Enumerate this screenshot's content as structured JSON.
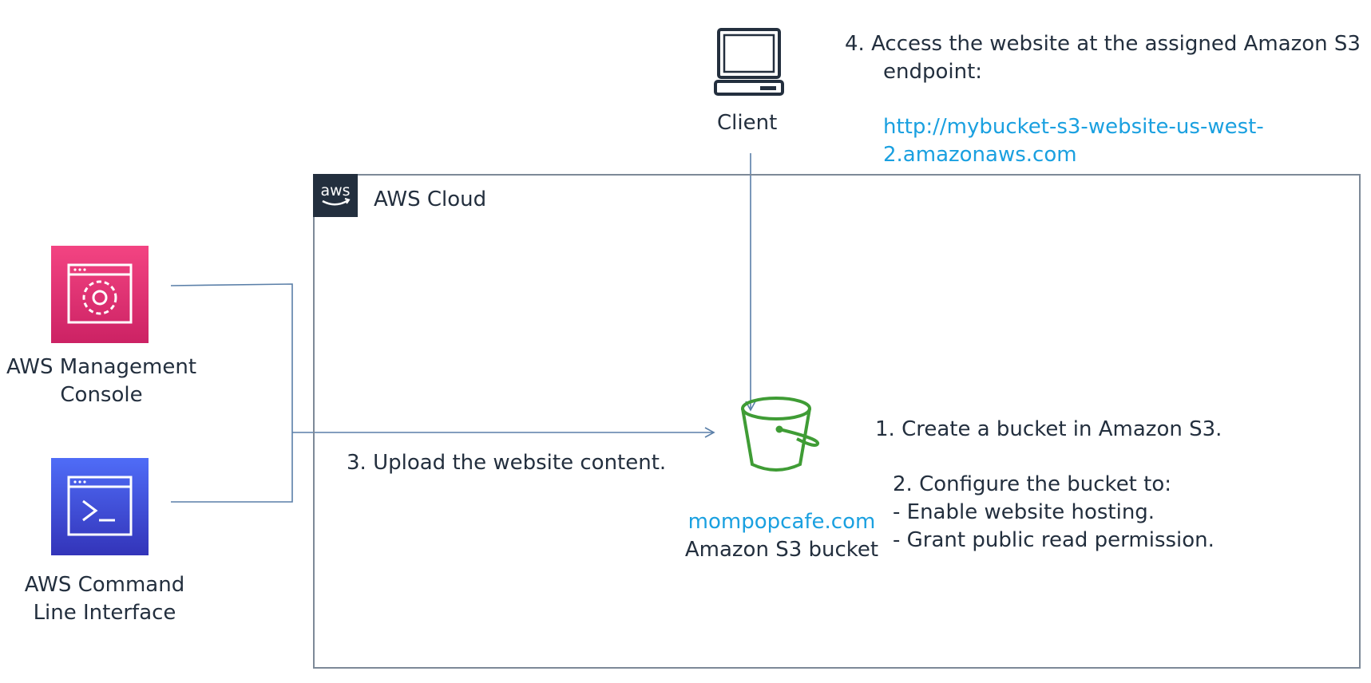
{
  "client": {
    "label": "Client",
    "icon": "client-computer-icon"
  },
  "access_step": {
    "line1": "4. Access the website at the assigned Amazon S3",
    "line2": "endpoint:",
    "url_line1": "http://mybucket-s3-website-us-west-",
    "url_line2": "2.amazonaws.com"
  },
  "aws_cloud": {
    "label": "AWS Cloud",
    "badge_text": "aws"
  },
  "console": {
    "line1": "AWS Management",
    "line2": "Console",
    "icon": "management-console-icon"
  },
  "cli": {
    "line1": "AWS Command",
    "line2": "Line Interface",
    "icon": "cli-terminal-icon"
  },
  "upload_step": {
    "label": "3. Upload the website content."
  },
  "bucket": {
    "name": "mompopcafe.com",
    "label": "Amazon S3 bucket",
    "icon": "s3-bucket-icon"
  },
  "create_step": {
    "label": "1. Create a bucket in Amazon S3."
  },
  "configure_step": {
    "line1": "2. Configure the bucket to:",
    "line2": "- Enable website hosting.",
    "line3": "- Grant public read permission."
  },
  "colors": {
    "console_icon": "#e7157b",
    "cli_icon": "#3f48cc",
    "bucket_icon": "#3f9c35",
    "link": "#1aa0e0",
    "connector": "#5a7fa8",
    "cloud_border": "#7d8998",
    "aws_badge": "#232f3e"
  }
}
